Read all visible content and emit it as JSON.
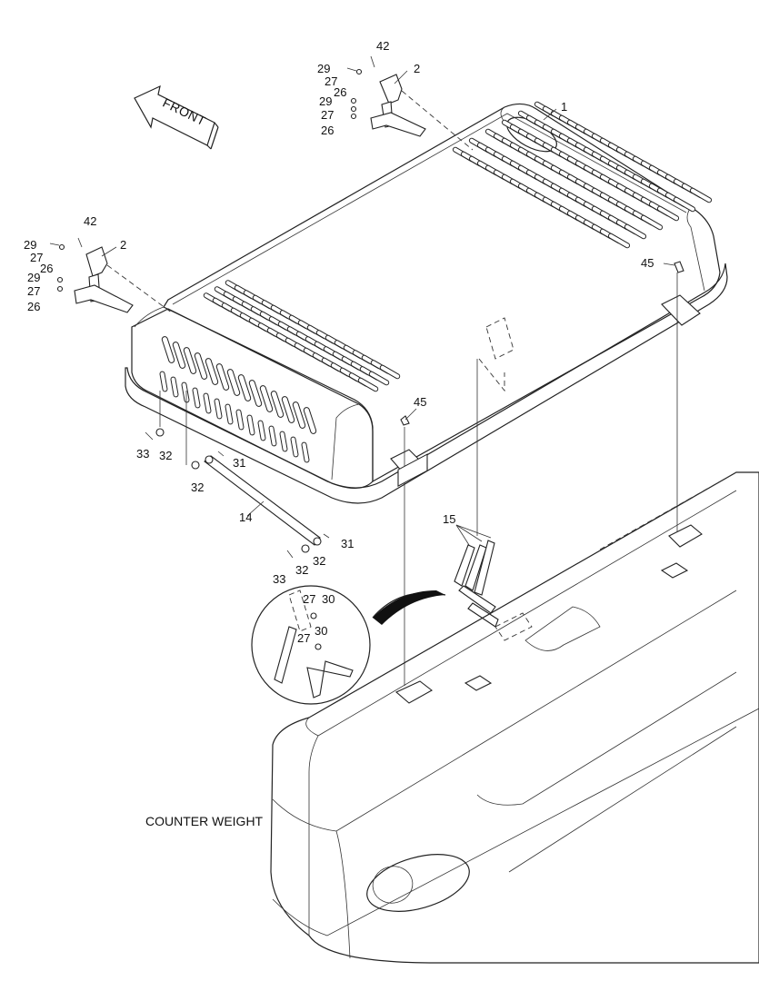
{
  "labels": {
    "front": "FRONT",
    "counter_weight": "COUNTER WEIGHT"
  },
  "callouts": [
    {
      "id": "c1",
      "text": "1"
    },
    {
      "id": "c2a",
      "text": "2"
    },
    {
      "id": "c2b",
      "text": "2"
    },
    {
      "id": "c42a",
      "text": "42"
    },
    {
      "id": "c42b",
      "text": "42"
    },
    {
      "id": "c29a",
      "text": "29"
    },
    {
      "id": "c27a",
      "text": "27"
    },
    {
      "id": "c26a",
      "text": "26"
    },
    {
      "id": "c29b",
      "text": "29"
    },
    {
      "id": "c27b",
      "text": "27"
    },
    {
      "id": "c26b",
      "text": "26"
    },
    {
      "id": "c29c",
      "text": "29"
    },
    {
      "id": "c27c",
      "text": "27"
    },
    {
      "id": "c26c",
      "text": "26"
    },
    {
      "id": "c29d",
      "text": "29"
    },
    {
      "id": "c27d",
      "text": "27"
    },
    {
      "id": "c26d",
      "text": "26"
    },
    {
      "id": "c45a",
      "text": "45"
    },
    {
      "id": "c45b",
      "text": "45"
    },
    {
      "id": "c33a",
      "text": "33"
    },
    {
      "id": "c32a",
      "text": "32"
    },
    {
      "id": "c32b",
      "text": "32"
    },
    {
      "id": "c31a",
      "text": "31"
    },
    {
      "id": "c14",
      "text": "14"
    },
    {
      "id": "c31b",
      "text": "31"
    },
    {
      "id": "c33b",
      "text": "33"
    },
    {
      "id": "c32c",
      "text": "32"
    },
    {
      "id": "c32d",
      "text": "32"
    },
    {
      "id": "c15",
      "text": "15"
    },
    {
      "id": "c27e",
      "text": "27"
    },
    {
      "id": "c30a",
      "text": "30"
    },
    {
      "id": "c27f",
      "text": "27"
    },
    {
      "id": "c30b",
      "text": "30"
    }
  ]
}
